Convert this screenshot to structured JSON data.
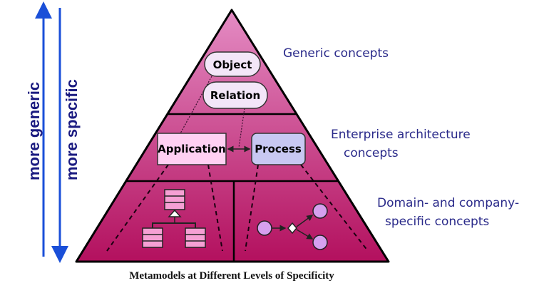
{
  "side_arrows": {
    "up_label": "more generic",
    "down_label": "more specific",
    "color": "#1a4fd8"
  },
  "levels": [
    {
      "label_lines": [
        "Generic concepts"
      ]
    },
    {
      "label_lines": [
        "Enterprise architecture",
        "concepts"
      ]
    },
    {
      "label_lines": [
        "Domain- and company-",
        "specific concepts"
      ]
    }
  ],
  "pyramid": {
    "top_color": "#e48cc4",
    "bottom_color": "#b3105e"
  },
  "generic_level": {
    "object_label": "Object",
    "relation_label": "Relation",
    "pill_fill": "#f3e6f8"
  },
  "enterprise_level": {
    "application_label": "Application",
    "process_label": "Process",
    "application_fill": "#ffd0f2",
    "process_fill": "#c8c8f2"
  },
  "domain_level": {
    "class_icon_fill": "#f6a0d4",
    "process_node_fill": "#d6a0ef"
  },
  "caption": "Metamodels at Different Levels of Specificity"
}
